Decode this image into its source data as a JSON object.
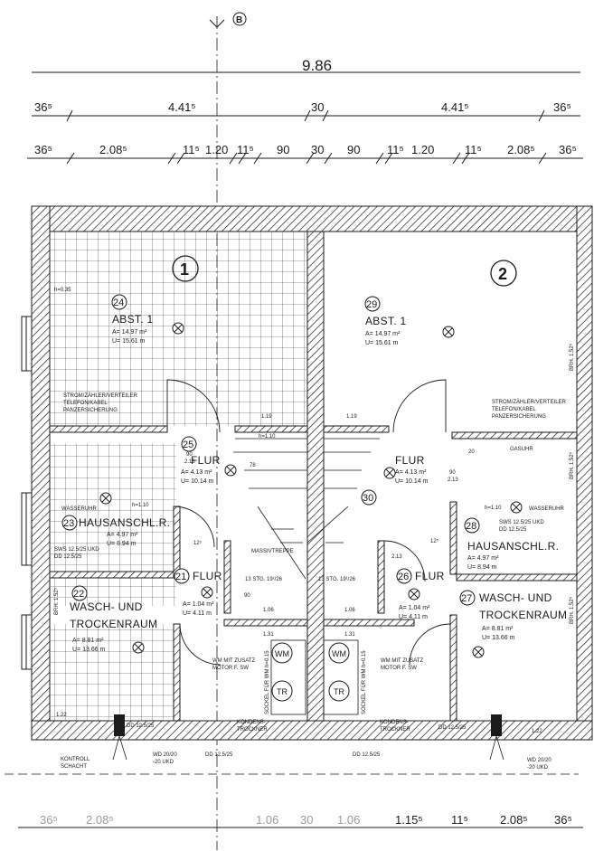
{
  "axis_marker": "B",
  "overall_dimension": "9.86",
  "dim_row_1": {
    "left_end": "36⁵",
    "left_span": "4.41⁵",
    "center": "30",
    "right_span": "4.41⁵",
    "right_end": "36⁵"
  },
  "dim_row_2": [
    "36⁵",
    "2.08⁵",
    "11⁵",
    "1.20",
    "11⁵",
    "90",
    "30",
    "90",
    "11⁵",
    "1.20",
    "11⁵",
    "2.08⁵",
    "36⁵"
  ],
  "bottom_dims": [
    "1.15⁵",
    "11⁵",
    "2.08⁵",
    "36⁵"
  ],
  "bottom_dims_faint": [
    "36⁵",
    "2.08⁵",
    "1.06",
    "30",
    "1.06"
  ],
  "units": [
    {
      "number": "1"
    },
    {
      "number": "2"
    }
  ],
  "rooms": [
    {
      "id": "24",
      "name": "ABST. 1",
      "area": "A= 14.97 m²",
      "perimeter": "U= 15.61 m"
    },
    {
      "id": "29",
      "name": "ABST. 1",
      "area": "A= 14.97 m²",
      "perimeter": "U= 15.61 m"
    },
    {
      "id": "25",
      "name": "FLUR",
      "area": "A= 4.13 m²",
      "perimeter": "U= 10.14 m"
    },
    {
      "id": "30",
      "name": "FLUR",
      "area": "A= 4.13 m²",
      "perimeter": "U= 10.14 m"
    },
    {
      "id": "23",
      "name": "HAUSANSCHL.R.",
      "area": "A= 4.97 m²",
      "perimeter": "U= 8.94 m"
    },
    {
      "id": "28",
      "name": "HAUSANSCHL.R.",
      "area": "A= 4.97 m²",
      "perimeter": "U= 8.94 m"
    },
    {
      "id": "21",
      "name": "FLUR",
      "area": "A= 1.04 m²",
      "perimeter": "U= 4.11 m"
    },
    {
      "id": "26",
      "name": "FLUR",
      "area": "A= 1.04 m²",
      "perimeter": "U= 4.11 m"
    },
    {
      "id": "22",
      "name": "WASCH- UND",
      "name2": "TROCKENRAUM",
      "area": "A= 8.81 m²",
      "perimeter": "U= 13.66 m"
    },
    {
      "id": "27",
      "name": "WASCH- UND",
      "name2": "TROCKENRAUM",
      "area": "A= 8.81 m²",
      "perimeter": "U= 13.66 m"
    }
  ],
  "notes": {
    "strom_l1": "STROM/ZÄHLER/VERTEILER",
    "strom_l2": "TELEFON/KABEL",
    "strom_l3": "PANZERSICHERUNG",
    "gasuhr": "GASUHR",
    "wasseruhr": "WASSERUHR",
    "massivtreppe": "MASSIVTREPPE",
    "stairs_left": "13 STG. 19¹/26",
    "stairs_right": "13 STG. 19¹/26",
    "wm_l1": "WM MIT ZUSATZ",
    "wm_l2": "MOTOR F. SW",
    "sockel": "SOCKEL FÜR WM h=0.15",
    "kondens_l1": "KONDENS-",
    "kondens_l2": "TROCKNER",
    "wm": "WM",
    "tr": "TR",
    "sws_l1": "SWS 12.5/25 UKD",
    "sws_l2": "DD 12.5/25",
    "dd_bottom": "DD 12.5/25",
    "dd_bottom_right": "DD 12.5/25",
    "wd_l1": "WD 20/20",
    "wd_l2": "-20 UKD",
    "kontroll_l1": "KONTROLL",
    "kontroll_l2": "SCHACHT",
    "brh_top": "BRH. 1.52⁵",
    "brh_mid": "BRH. 1.52⁵",
    "brh_low": "BRH. 1.52⁵",
    "brh_left": "BRH. 1.52⁵",
    "h035": "h=0.35",
    "h110": "h=1.10",
    "flur_door": "90",
    "flur_door_h": "2.13",
    "dim_119": "1.19",
    "dim_106": "1.06",
    "dim_131": "1.31",
    "dim_122": "1.22",
    "dim_125": "12⁵",
    "dim_78": "78",
    "dim_213": "2.13",
    "dim_120": "20",
    "dim_90": "90"
  }
}
